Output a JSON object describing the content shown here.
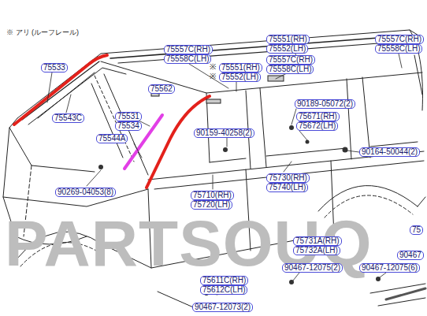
{
  "diagram": {
    "labels": [
      "※ アリ (ルーフレール)",
      "75533",
      "75543C",
      "75557C(RH)",
      "75558C(LH)",
      "75551(RH)",
      "75552(LH)",
      "75557C(RH)",
      "75558C(LH)",
      "※",
      "※",
      "75551(RH)",
      "75552(LH)",
      "75557C(RH)",
      "75558C(LH)",
      "75562",
      "75531",
      "75534",
      "75544A",
      "90189-05072(2)",
      "75671(RH)",
      "75672(LH)",
      "90159-40258(2)",
      "90164-50044(2)",
      "90269-04053(8)",
      "75730(RH)",
      "75740(LH)",
      "75710(RH)",
      "75720(LH)",
      "PARTSOUQ",
      "75",
      "75731A(RH)",
      "75732A(LH)",
      "90467",
      "90467-12075(2)",
      "90467-12075(6)",
      "75611C(RH)",
      "75612C(LH)",
      "90467-12073(2)"
    ]
  }
}
